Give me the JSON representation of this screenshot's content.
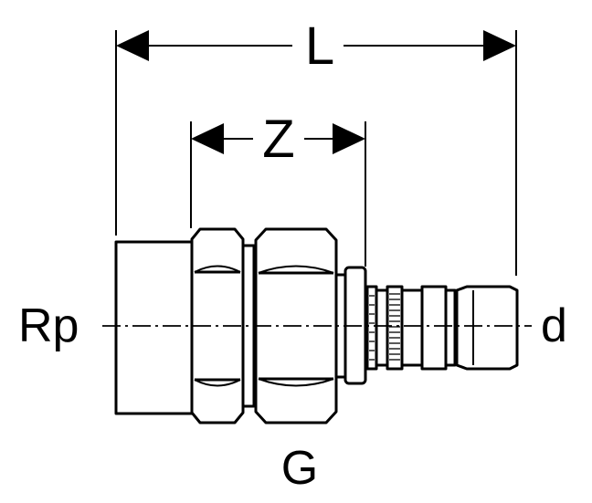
{
  "labels": {
    "length": "L",
    "insertion": "Z",
    "thread_rp": "Rp",
    "pipe_diameter": "d",
    "union_thread": "G"
  },
  "colors": {
    "line": "#000000",
    "fill": "#ffffff"
  }
}
